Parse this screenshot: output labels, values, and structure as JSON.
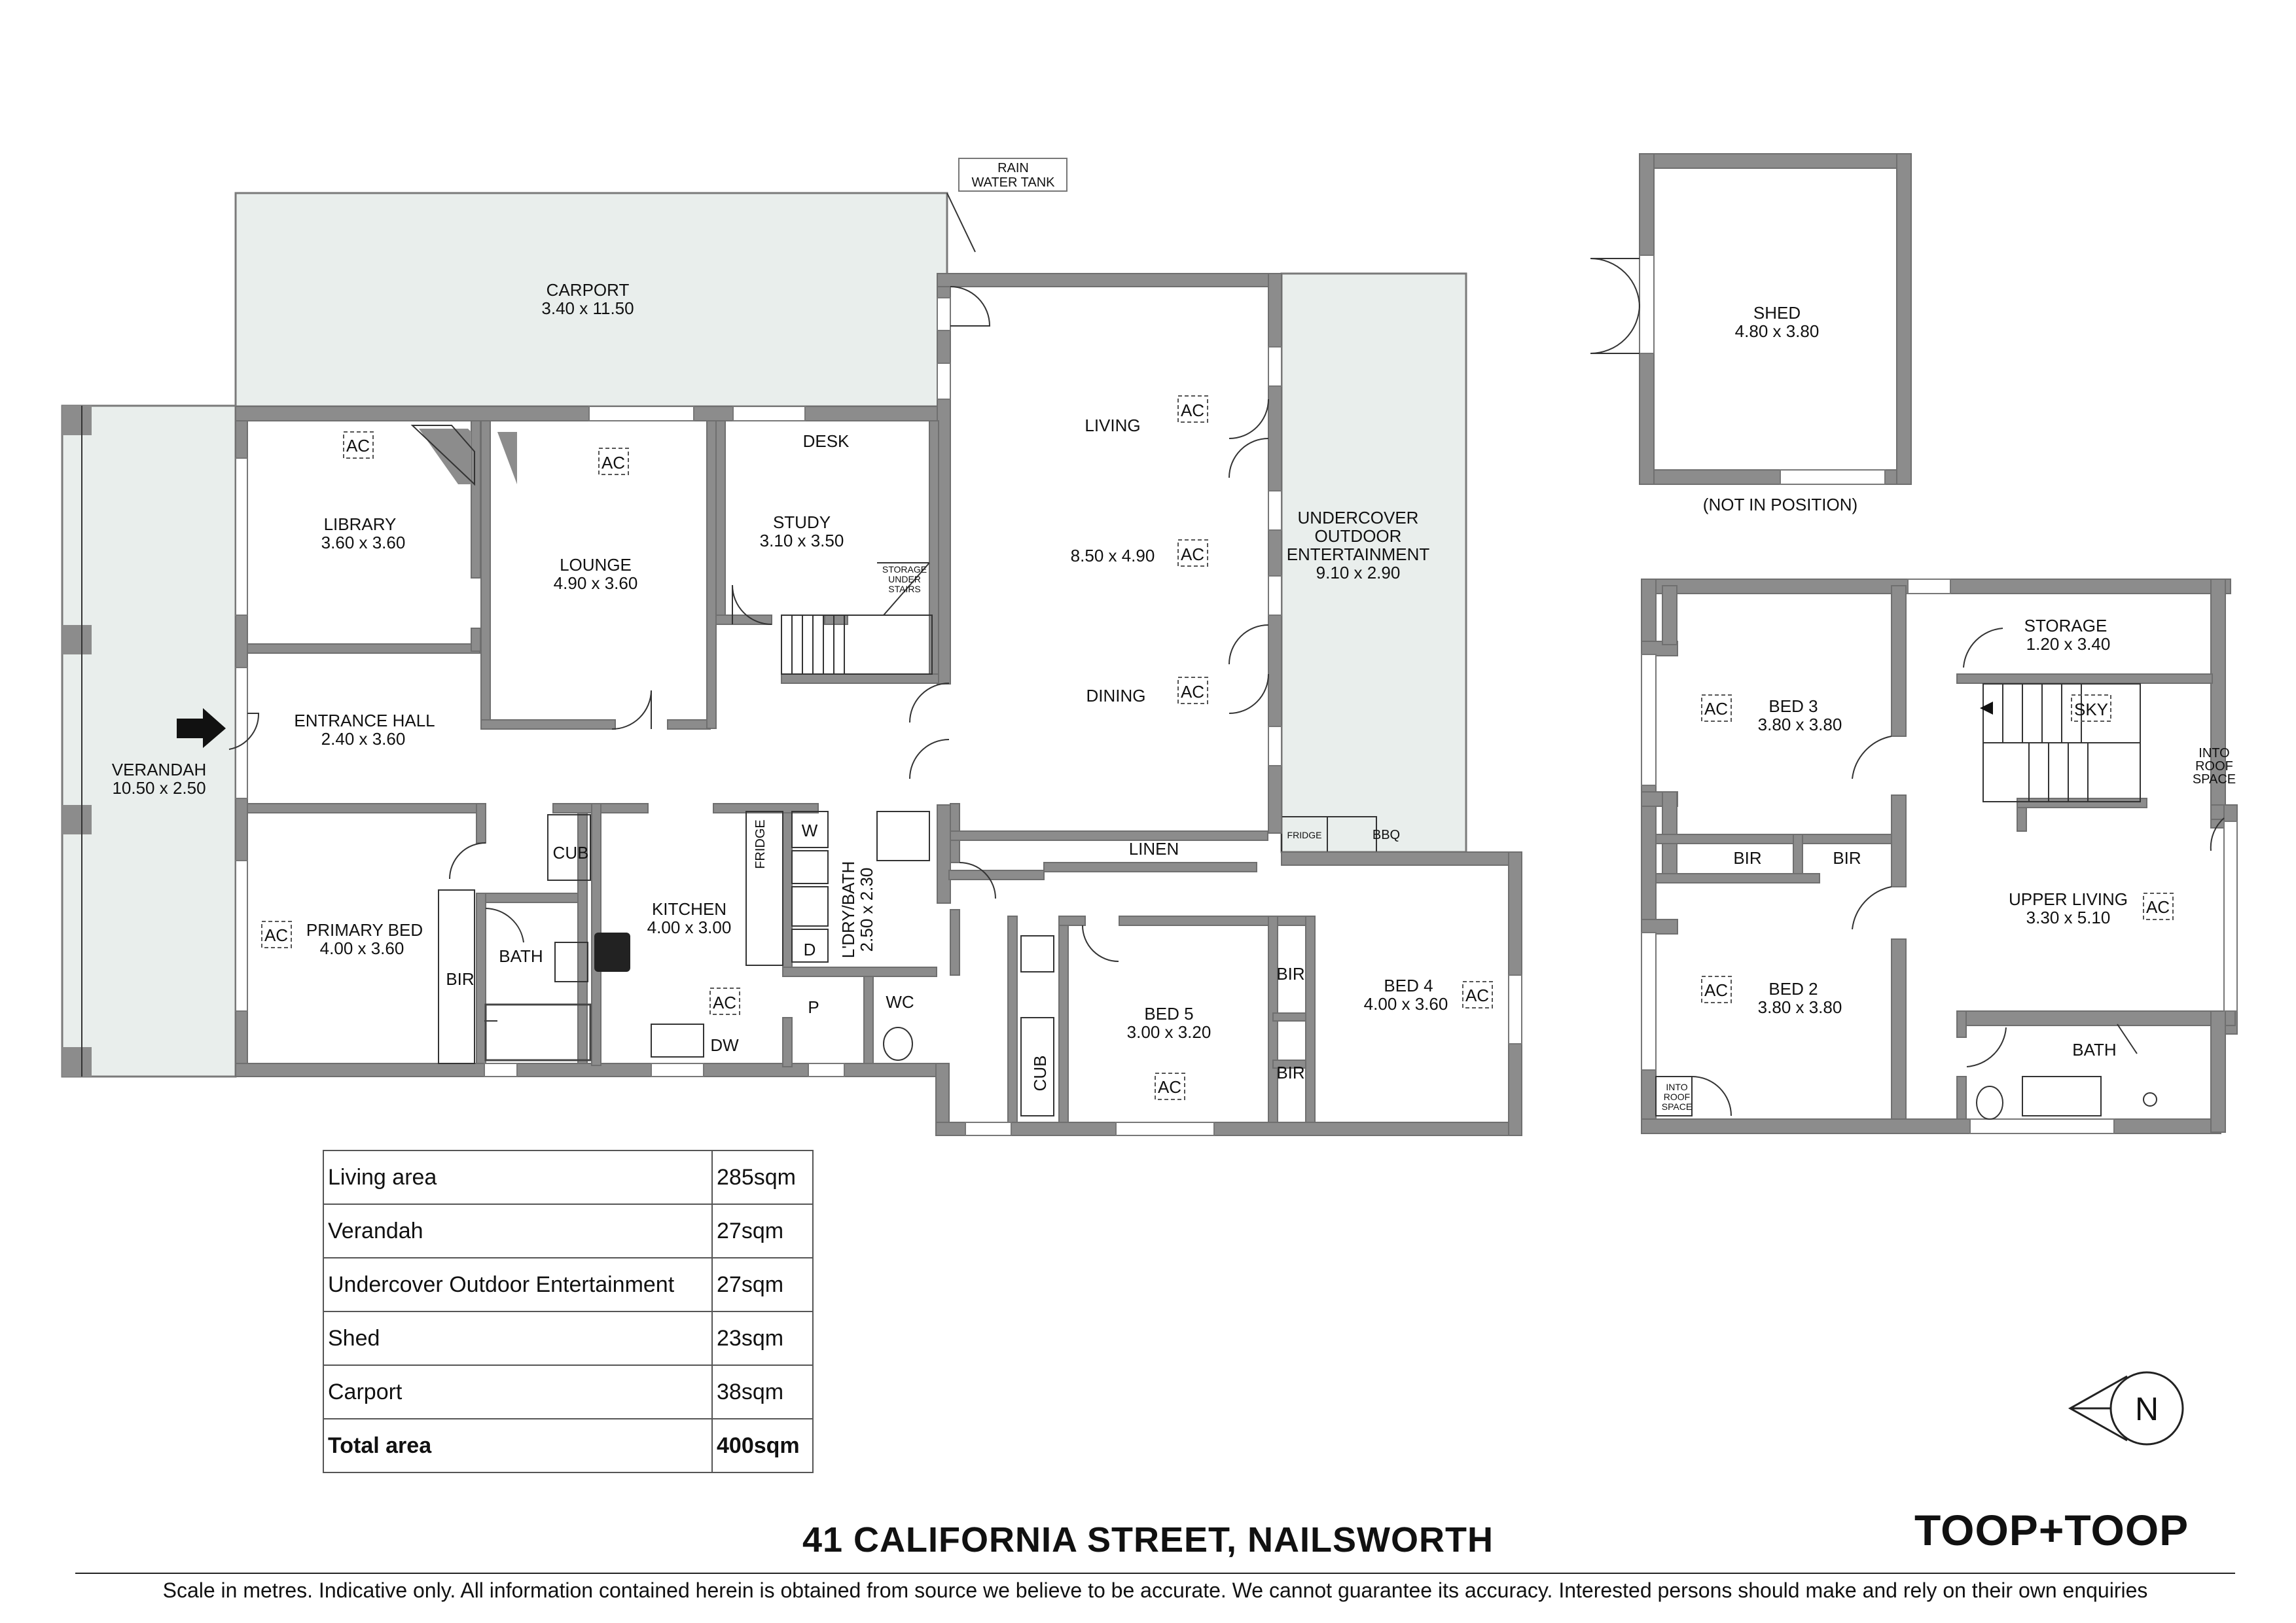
{
  "plan": {
    "carport": {
      "name": "CARPORT",
      "size": "3.40 x 11.50"
    },
    "rain_tank": [
      "RAIN",
      "WATER TANK"
    ],
    "verandah": {
      "name": "VERANDAH",
      "size": "10.50 x 2.50"
    },
    "library": {
      "name": "LIBRARY",
      "size": "3.60 x 3.60"
    },
    "lounge": {
      "name": "LOUNGE",
      "size": "4.90 x 3.60"
    },
    "desk": "DESK",
    "study": {
      "name": "STUDY",
      "size": "3.10 x 3.50"
    },
    "storage_under_stairs": [
      "STORAGE",
      "UNDER",
      "STAIRS"
    ],
    "entrance_hall": {
      "name": "ENTRANCE HALL",
      "size": "2.40 x 3.60"
    },
    "living": "LIVING",
    "living_dining_size": "8.50 x 4.90",
    "dining": "DINING",
    "undercover": {
      "lines": [
        "UNDERCOVER",
        "OUTDOOR",
        "ENTERTAINMENT"
      ],
      "size": "9.10 x 2.90"
    },
    "fridge_small": "FRIDGE",
    "bbq": "BBQ",
    "linen": "LINEN",
    "primary_bed": {
      "name": "PRIMARY BED",
      "size": "4.00 x 3.60"
    },
    "bir": "BIR",
    "bath": "BATH",
    "cub": "CUB",
    "kitchen": {
      "name": "KITCHEN",
      "size": "4.00 x 3.00"
    },
    "fridge": "FRIDGE",
    "w": "W",
    "d": "D",
    "p": "P",
    "dw": "DW",
    "ldry_bath": {
      "name": "L'DRY/BATH",
      "size": "2.50 x 2.30"
    },
    "wc": "WC",
    "bed5": {
      "name": "BED 5",
      "size": "3.00 x 3.20"
    },
    "bed4": {
      "name": "BED 4",
      "size": "4.00 x 3.60"
    },
    "ac": "AC",
    "shed": {
      "name": "SHED",
      "size": "4.80 x 3.80"
    },
    "not_in_position": "(NOT IN POSITION)",
    "storage": {
      "name": "STORAGE",
      "size": "1.20 x 3.40"
    },
    "bed3": {
      "name": "BED 3",
      "size": "3.80 x 3.80"
    },
    "sky": "SKY",
    "into_roof_space": [
      "INTO",
      "ROOF",
      "SPACE"
    ],
    "upper_living": {
      "name": "UPPER LIVING",
      "size": "3.30 x 5.10"
    },
    "bed2": {
      "name": "BED 2",
      "size": "3.80 x 3.80"
    },
    "compass": "N"
  },
  "areas": [
    {
      "label": "Living area",
      "value": "285sqm"
    },
    {
      "label": "Verandah",
      "value": "27sqm"
    },
    {
      "label": "Undercover Outdoor Entertainment",
      "value": "27sqm"
    },
    {
      "label": "Shed",
      "value": "23sqm"
    },
    {
      "label": "Carport",
      "value": "38sqm"
    },
    {
      "label": "Total area",
      "value": "400sqm"
    }
  ],
  "address": "41 CALIFORNIA STREET, NAILSWORTH",
  "brand": "TOOP+TOOP",
  "disclaimer": "Scale in metres. Indicative only. All information contained herein is obtained from source we believe to be accurate. We cannot guarantee its accuracy. Interested persons should make and rely on their own enquiries"
}
